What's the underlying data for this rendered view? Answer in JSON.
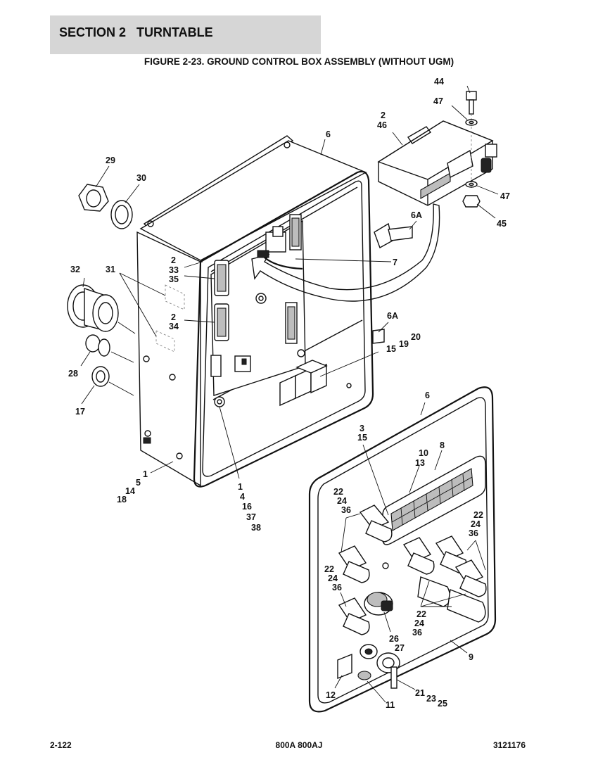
{
  "header": {
    "section": "SECTION 2   TURNTABLE",
    "figure_title": "FIGURE 2-23. GROUND CONTROL BOX ASSEMBLY (WITHOUT UGM)"
  },
  "callouts": {
    "c44": "44",
    "c47a": "47",
    "c2a": "2",
    "c46": "46",
    "c6a": "6",
    "c29": "29",
    "c30": "30",
    "c47b": "47",
    "c45": "45",
    "c6A1": "6A",
    "c2b": "2",
    "c33": "33",
    "c35": "35",
    "c7": "7",
    "c32": "32",
    "c31": "31",
    "c2c": "2",
    "c34": "34",
    "c6A2": "6A",
    "c20": "20",
    "c19": "19",
    "c15a": "15",
    "c28": "28",
    "c17": "17",
    "c6b": "6",
    "c3": "3",
    "c15b": "15",
    "c8": "8",
    "c10": "10",
    "c13": "13",
    "c1a": "1",
    "c5": "5",
    "c14": "14",
    "c18": "18",
    "c1b": "1",
    "c4": "4",
    "c16": "16",
    "c37": "37",
    "c38": "38",
    "c22a": "22",
    "c24a": "24",
    "c36a": "36",
    "c22b": "22",
    "c24b": "24",
    "c36b": "36",
    "c22c": "22",
    "c24c": "24",
    "c36c": "36",
    "c22d": "22",
    "c24d": "24",
    "c36d": "36",
    "c26": "26",
    "c27": "27",
    "c9": "9",
    "c12": "12",
    "c11": "11",
    "c21": "21",
    "c23": "23",
    "c25": "25"
  },
  "footer": {
    "page_number": "2-122",
    "model": "800A 800AJ",
    "doc_number": "3121176"
  }
}
